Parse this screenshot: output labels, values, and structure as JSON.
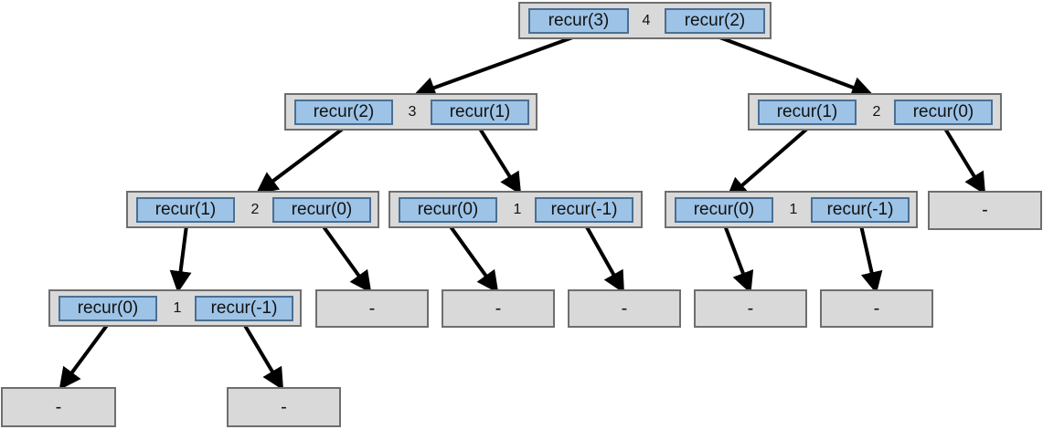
{
  "tree": {
    "n4": {
      "value": "4",
      "left": "recur(3)",
      "right": "recur(2)"
    },
    "n3": {
      "value": "3",
      "left": "recur(2)",
      "right": "recur(1)"
    },
    "n2a": {
      "value": "2",
      "left": "recur(1)",
      "right": "recur(0)"
    },
    "n2b": {
      "value": "2",
      "left": "recur(1)",
      "right": "recur(0)"
    },
    "n1a": {
      "value": "1",
      "left": "recur(0)",
      "right": "recur(-1)"
    },
    "n1b": {
      "value": "1",
      "left": "recur(0)",
      "right": "recur(-1)"
    },
    "n1c": {
      "value": "1",
      "left": "recur(0)",
      "right": "recur(-1)"
    },
    "leaf_label": "-"
  }
}
